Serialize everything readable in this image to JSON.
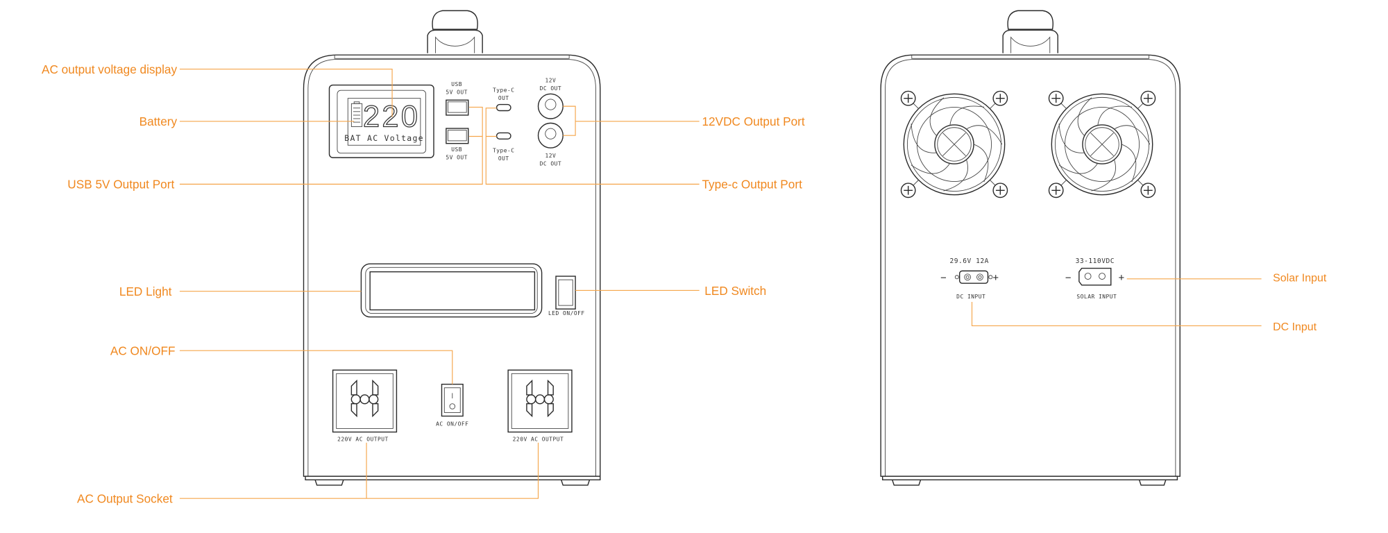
{
  "callouts": {
    "ac_display": "AC output voltage display",
    "battery": "Battery",
    "usb": "USB 5V Output Port",
    "led_light": "LED Light",
    "ac_onoff": "AC ON/OFF",
    "ac_socket": "AC Output Socket",
    "dc12": "12VDC Output Port",
    "typec": "Type-c Output Port",
    "led_switch": "LED Switch",
    "solar": "Solar Input",
    "dc_input": "DC Input"
  },
  "front": {
    "display_value": "220",
    "display_caption": "BAT AC Voltage",
    "usb_l1": "USB",
    "usb_l2": "5V OUT",
    "typec_l1": "Type-C",
    "typec_l2": "OUT",
    "dc_l1": "12V",
    "dc_l2": "DC OUT",
    "led_switch_label": "LED ON/OFF",
    "ac_switch_label": "AC ON/OFF",
    "socket_label": "220V AC OUTPUT"
  },
  "rear": {
    "dc_rating": "29.6V 12A",
    "dc_label": "DC INPUT",
    "solar_rating": "33-110VDC",
    "solar_label": "SOLAR INPUT",
    "minus": "−",
    "plus": "+"
  },
  "colors": {
    "accent": "#f0881f",
    "line": "#f5a54a"
  }
}
